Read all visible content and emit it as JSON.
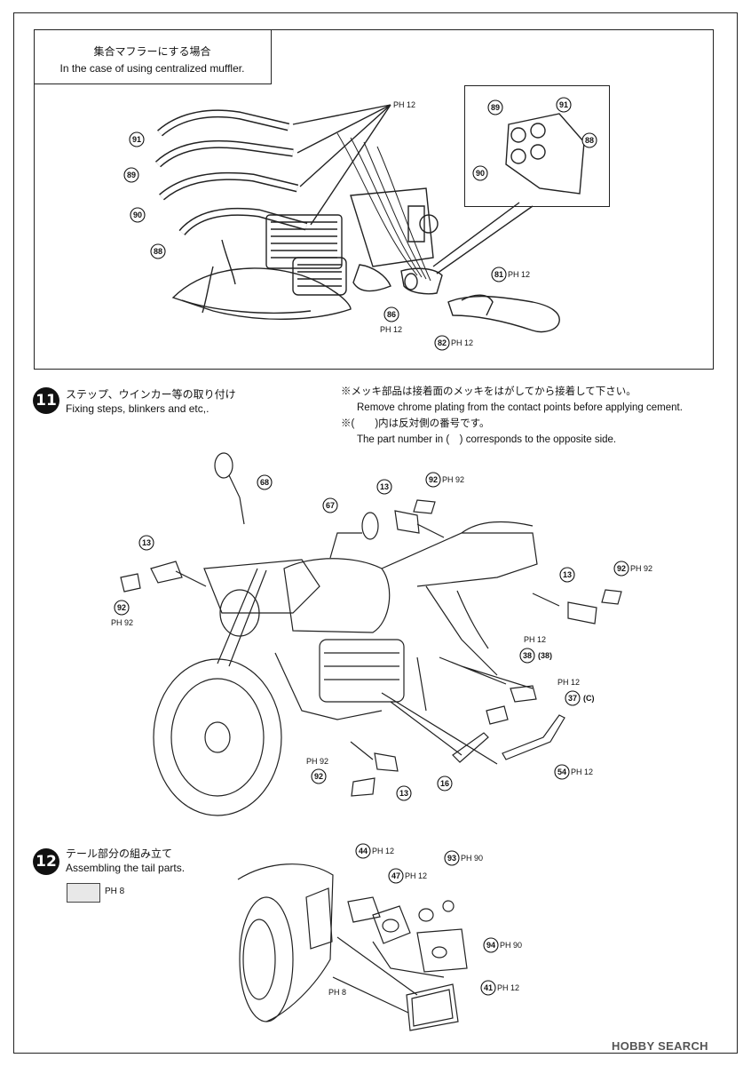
{
  "section_top": {
    "caption_jp": "集合マフラーにする場合",
    "caption_en": "In the case of using centralized muffler."
  },
  "top_callouts": [
    {
      "num": "91"
    },
    {
      "num": "89"
    },
    {
      "num": "90"
    },
    {
      "num": "88"
    },
    {
      "num": "86"
    },
    {
      "num": "81"
    },
    {
      "num": "82"
    }
  ],
  "inset_callouts": [
    {
      "num": "89"
    },
    {
      "num": "91"
    },
    {
      "num": "88"
    },
    {
      "num": "90"
    }
  ],
  "ph_labels": {
    "ph12": "PH 12",
    "ph92": "PH 92",
    "ph90": "PH 90",
    "ph8": "PH 8"
  },
  "step11": {
    "number": "11",
    "title_jp": "ステップ、ウインカー等の取り付け",
    "title_en": "Fixing steps, blinkers and etc,."
  },
  "notes": {
    "note1_jp": "※メッキ部品は接着面のメッキをはがしてから接着して下さい。",
    "note1_en": "Remove chrome plating from the contact points before applying cement.",
    "note2_jp": "※(　　)内は反対側の番号です。",
    "note2_en": "The part number in (　) corresponds to the opposite side."
  },
  "step11_callouts": [
    {
      "num": "68"
    },
    {
      "num": "67"
    },
    {
      "num": "13"
    },
    {
      "num": "92"
    },
    {
      "num": "13"
    },
    {
      "num": "92"
    },
    {
      "num": "13"
    },
    {
      "num": "92"
    },
    {
      "num": "38"
    },
    {
      "num": "(38)"
    },
    {
      "num": "37"
    },
    {
      "num": "(C)"
    },
    {
      "num": "54"
    },
    {
      "num": "16"
    },
    {
      "num": "13"
    },
    {
      "num": "92"
    }
  ],
  "step12": {
    "number": "12",
    "title_jp": "テール部分の組み立て",
    "title_en": "Assembling the tail parts.",
    "swatch_label": "PH 8"
  },
  "step12_callouts": [
    {
      "num": "44"
    },
    {
      "num": "47"
    },
    {
      "num": "93"
    },
    {
      "num": "94"
    },
    {
      "num": "41"
    }
  ],
  "watermark": "HOBBY SEARCH"
}
